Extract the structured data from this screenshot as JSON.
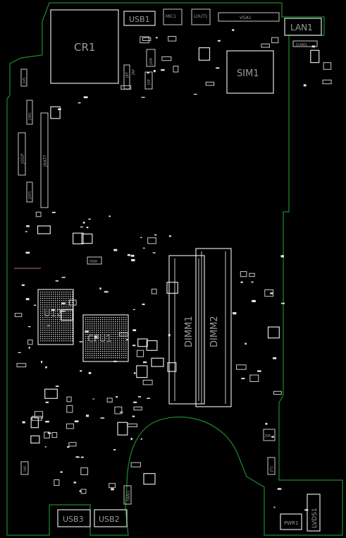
{
  "colors": {
    "background": "#000000",
    "outline": "#1f8a2a",
    "silkscreen": "#c8c8c8",
    "label": "#9a9a9a",
    "probe": "#7a4a4a"
  },
  "labels": {
    "cr1": "CR1",
    "usb1": "USB1",
    "mic1": "MIC1",
    "lout1": "LOUT1",
    "vga1": "VGA1",
    "lan1": "LAN1",
    "jcam1": "JCAM1",
    "sim1": "SIM1",
    "ju5": "JU5",
    "jsb1": "JSB1",
    "jodp": "JODP",
    "jbatt": "JBATT",
    "jdp1": "JDP1",
    "jrp": "JRP",
    "jsp": "JSP",
    "jbt": "JBT",
    "jdm": "JDM",
    "pwr_small": "PWR",
    "u12": "U12",
    "cpu1": "CPU1",
    "dimm1": "DIMM1",
    "dimm2": "DIMM2",
    "usb3": "USB3",
    "usb2": "USB2",
    "fan1": "FAN1",
    "sw1": "SW1",
    "lvds1": "LVDS1",
    "pwr1": "PWR1",
    "jkb": "JKB",
    "jt1": "JT1"
  }
}
